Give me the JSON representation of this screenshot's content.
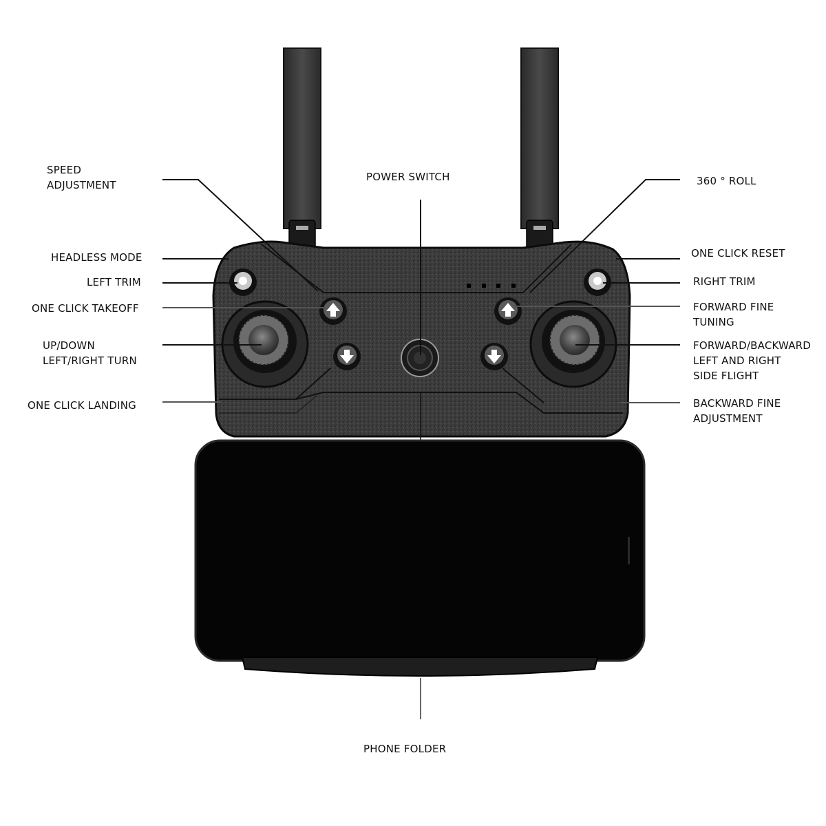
{
  "diagram": {
    "subject": "Drone remote controller",
    "callouts_left": [
      {
        "id": "speed-adjustment",
        "text": "SPEED\nADJUSTMENT"
      },
      {
        "id": "headless-mode",
        "text": "HEADLESS MODE"
      },
      {
        "id": "left-trim",
        "text": "LEFT TRIM"
      },
      {
        "id": "one-click-takeoff",
        "text": "ONE CLICK TAKEOFF"
      },
      {
        "id": "up-down-turn",
        "text": "UP/DOWN\nLEFT/RIGHT TURN"
      },
      {
        "id": "one-click-landing",
        "text": "ONE CLICK LANDING"
      }
    ],
    "callouts_right": [
      {
        "id": "roll-360",
        "text": "360 ° ROLL"
      },
      {
        "id": "one-click-reset",
        "text": "ONE CLICK RESET"
      },
      {
        "id": "right-trim",
        "text": "RIGHT TRIM"
      },
      {
        "id": "forward-fine-tuning",
        "text": "FORWARD FINE\nTUNING"
      },
      {
        "id": "forward-backward-side",
        "text": "FORWARD/BACKWARD\nLEFT AND RIGHT\nSIDE FLIGHT"
      },
      {
        "id": "backward-fine-adjustment",
        "text": "BACKWARD FINE\nADJUSTMENT"
      }
    ],
    "callouts_center": [
      {
        "id": "power-switch",
        "text": "POWER SWITCH"
      },
      {
        "id": "phone-folder",
        "text": "PHONE FOLDER"
      }
    ],
    "colors": {
      "body": "#3a3a3a",
      "body_dark": "#1e1e1e",
      "antenna": "#3c3c3c",
      "phone": "#050505",
      "line": "#111111"
    },
    "indicator_leds": 4
  }
}
